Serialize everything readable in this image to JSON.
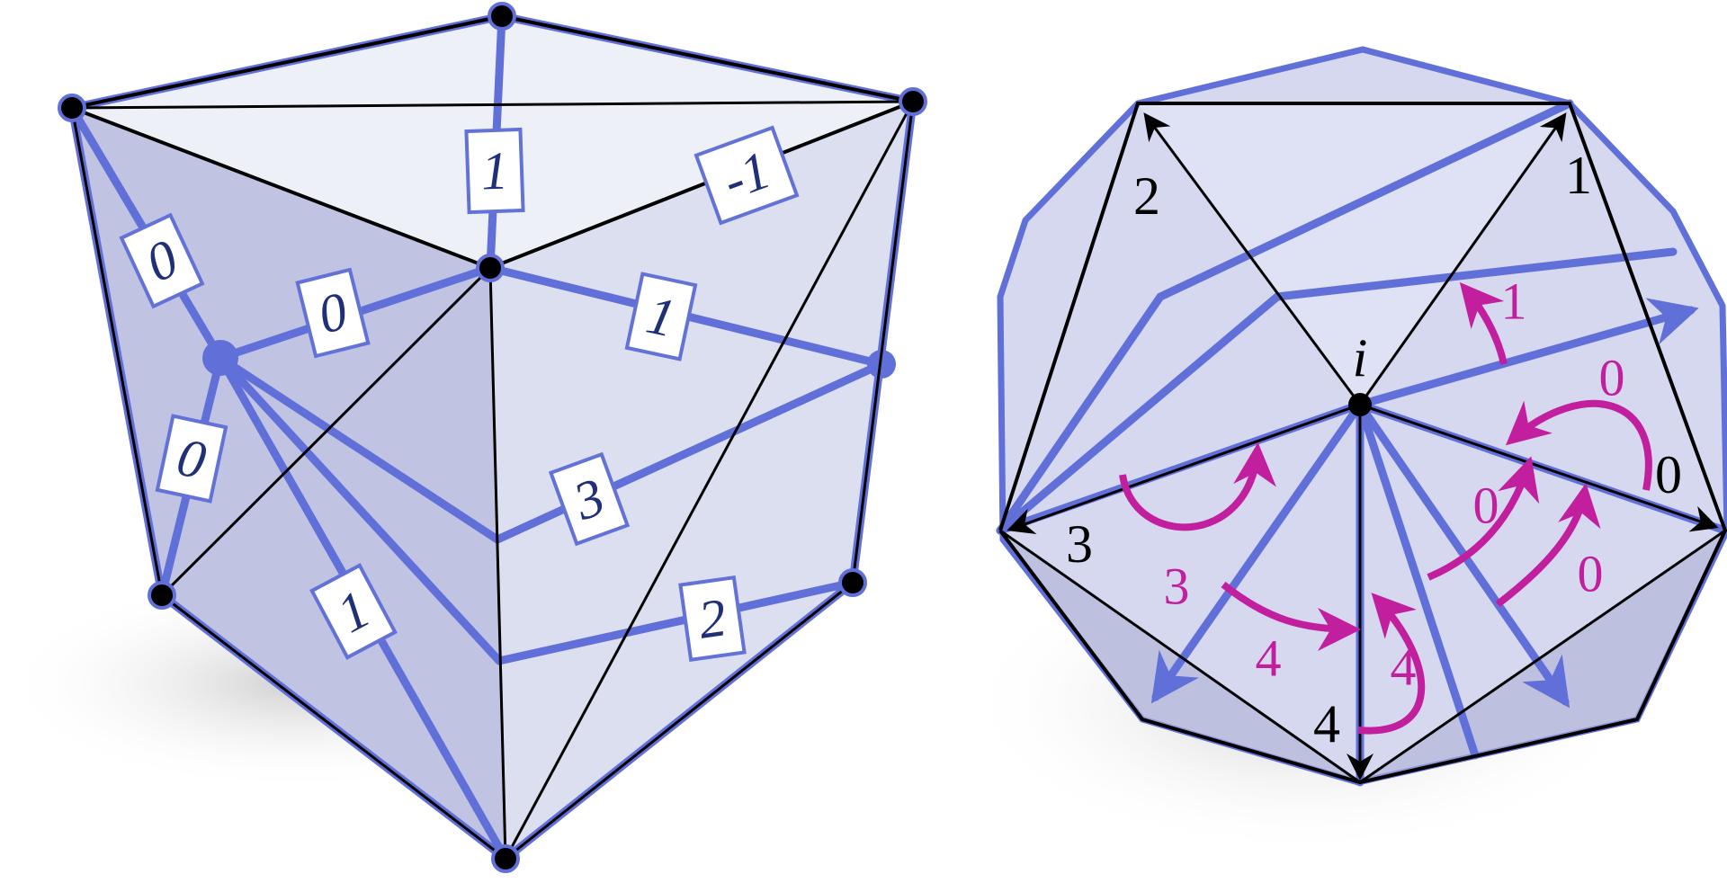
{
  "figure": {
    "left": {
      "title": "cube with integer edge labels",
      "edge_labels": [
        "1",
        "-1",
        "0",
        "0",
        "1",
        "0",
        "3",
        "1",
        "2"
      ]
    },
    "right": {
      "title": "polyhedron vertex star with arrow labels",
      "center_label": "i",
      "vertex_labels": [
        "2",
        "1",
        "0",
        "3",
        "4"
      ],
      "arrow_labels": [
        "1",
        "0",
        "0",
        "0",
        "3",
        "4",
        "4"
      ]
    },
    "colors": {
      "edge_blue": "#6070d8",
      "label_text": "#1f2f78",
      "arrow_magenta": "#c21f9e",
      "face_light": "#eef0f8",
      "face_mid": "#dcdff0",
      "face_dark": "#c0c3e2"
    }
  }
}
